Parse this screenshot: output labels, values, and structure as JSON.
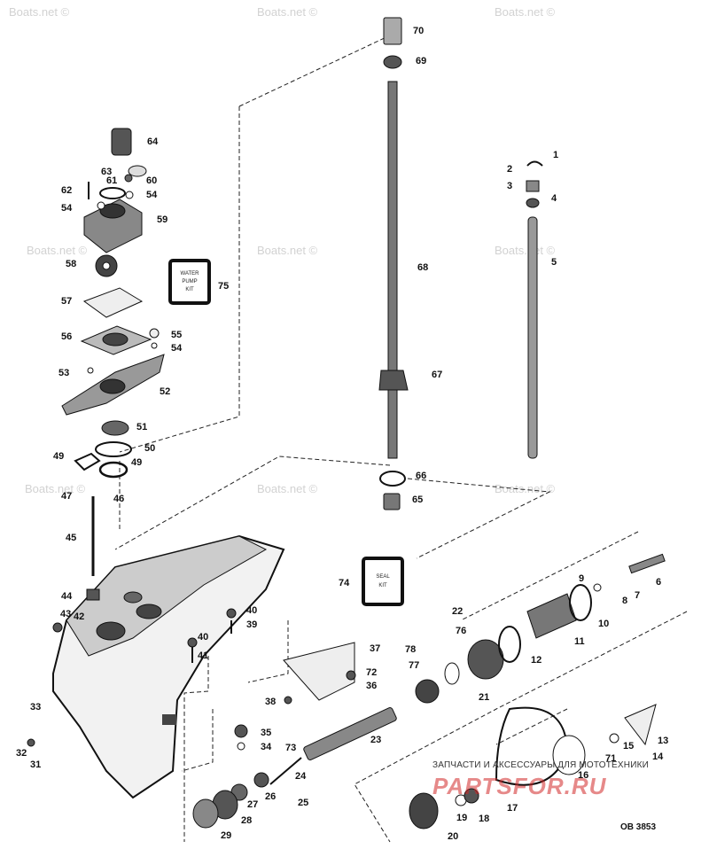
{
  "watermarks": [
    "Boats.net ©",
    "Boats.net ©",
    "Boats.net ©",
    "Boats.net ©",
    "Boats.net ©",
    "Boats.net ©",
    "Boats.net ©",
    "Boats.net ©",
    "Boats.net ©"
  ],
  "figure_ref": "OB 3853",
  "dealer": {
    "tagline": "ЗАПЧАСТИ И АКСЕССУАРЫ ДЛЯ МОТОТЕХНИКИ",
    "logo": "PARTSFOR.RU"
  },
  "kits": {
    "water_pump": [
      "WATER",
      "PUMP",
      "KIT"
    ],
    "seal": [
      "SEAL",
      "KIT"
    ]
  },
  "labels": {
    "p1": "1",
    "p2": "2",
    "p3": "3",
    "p4": "4",
    "p5": "5",
    "p6": "6",
    "p7": "7",
    "p8": "8",
    "p9": "9",
    "p10": "10",
    "p11": "11",
    "p12": "12",
    "p13": "13",
    "p14": "14",
    "p15": "15",
    "p16": "16",
    "p17": "17",
    "p18": "18",
    "p19": "19",
    "p20": "20",
    "p21": "21",
    "p22": "22",
    "p23": "23",
    "p24": "24",
    "p25": "25",
    "p26": "26",
    "p27": "27",
    "p28": "28",
    "p29": "29",
    "p31": "31",
    "p32": "32",
    "p33": "33",
    "p34": "34",
    "p35": "35",
    "p36": "36",
    "p37": "37",
    "p38": "38",
    "p39": "39",
    "p40a": "40",
    "p40b": "40",
    "p41": "41",
    "p42": "42",
    "p43": "43",
    "p44": "44",
    "p45": "45",
    "p46": "46",
    "p47": "47",
    "p49a": "49",
    "p49b": "49",
    "p50": "50",
    "p51": "51",
    "p52": "52",
    "p53": "53",
    "p54a": "54",
    "p54b": "54",
    "p54c": "54",
    "p55": "55",
    "p56": "56",
    "p57": "57",
    "p58": "58",
    "p59": "59",
    "p60": "60",
    "p61": "61",
    "p62": "62",
    "p63": "63",
    "p64": "64",
    "p65": "65",
    "p66": "66",
    "p67": "67",
    "p68": "68",
    "p69": "69",
    "p70": "70",
    "p71": "71",
    "p72": "72",
    "p73": "73",
    "p74": "74",
    "p75": "75",
    "p76": "76",
    "p77": "77",
    "p78": "78"
  }
}
